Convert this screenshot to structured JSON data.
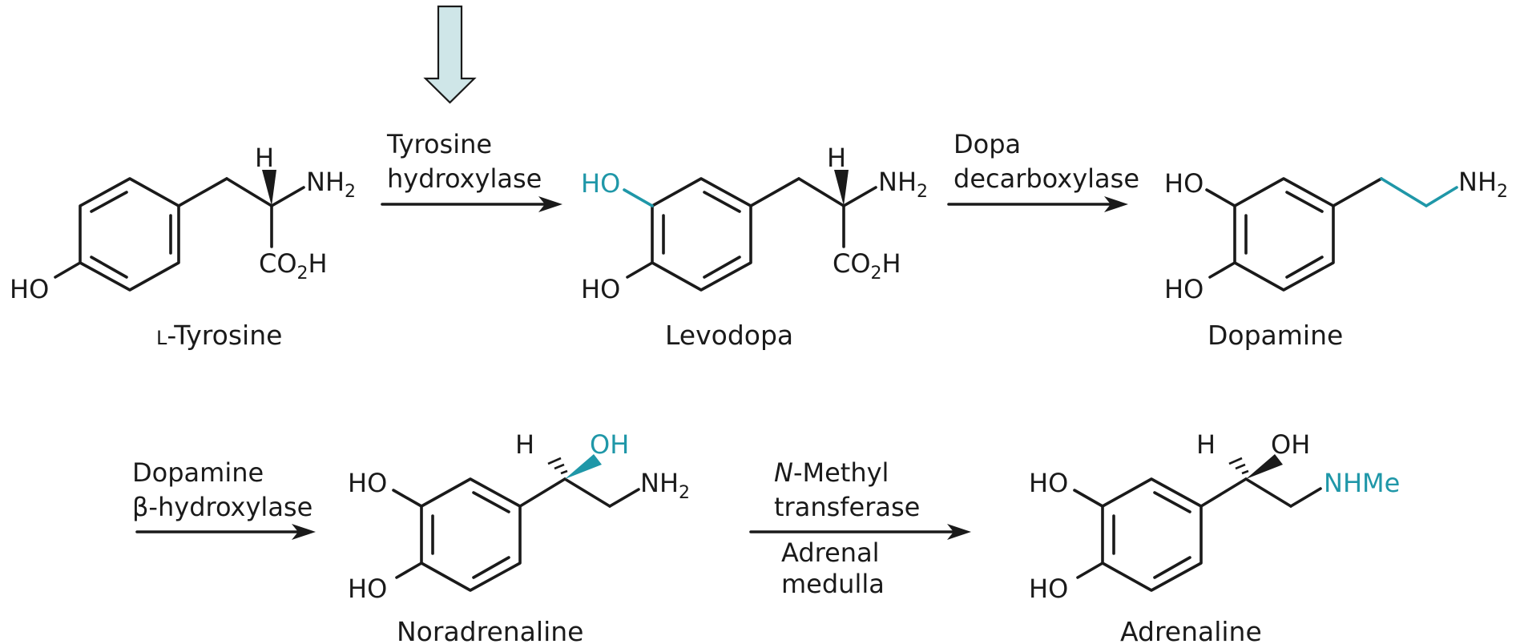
{
  "colors": {
    "accent": "#1f97a8",
    "ink": "#1a1a1a",
    "input_arrow_fill": "#cfe6e8"
  },
  "atoms": {
    "h": "H",
    "ho": "HO",
    "oh": "OH",
    "nh": "NH",
    "nh_sub": "2",
    "nhme": "NHMe",
    "co": "CO",
    "co_sub": "2",
    "co_h": "H"
  },
  "compounds": {
    "tyrosine": {
      "prefix": "L",
      "name": "-Tyrosine"
    },
    "levodopa": {
      "name": "Levodopa"
    },
    "dopamine": {
      "name": "Dopamine"
    },
    "noradrenaline": {
      "name": "Noradrenaline"
    },
    "adrenaline": {
      "name": "Adrenaline"
    }
  },
  "enzymes": {
    "tyrosine_hydroxylase": [
      "Tyrosine",
      "hydroxylase"
    ],
    "dopa_decarboxylase": [
      "Dopa",
      "decarboxylase"
    ],
    "dopamine_beta_hydroxylase": [
      "Dopamine",
      "β-hydroxylase"
    ],
    "n_methyl_transferase": {
      "italic": "N",
      "line1_rest": "-Methyl",
      "line2": "transferase"
    },
    "adrenal_medulla": [
      "Adrenal",
      "medulla"
    ]
  }
}
